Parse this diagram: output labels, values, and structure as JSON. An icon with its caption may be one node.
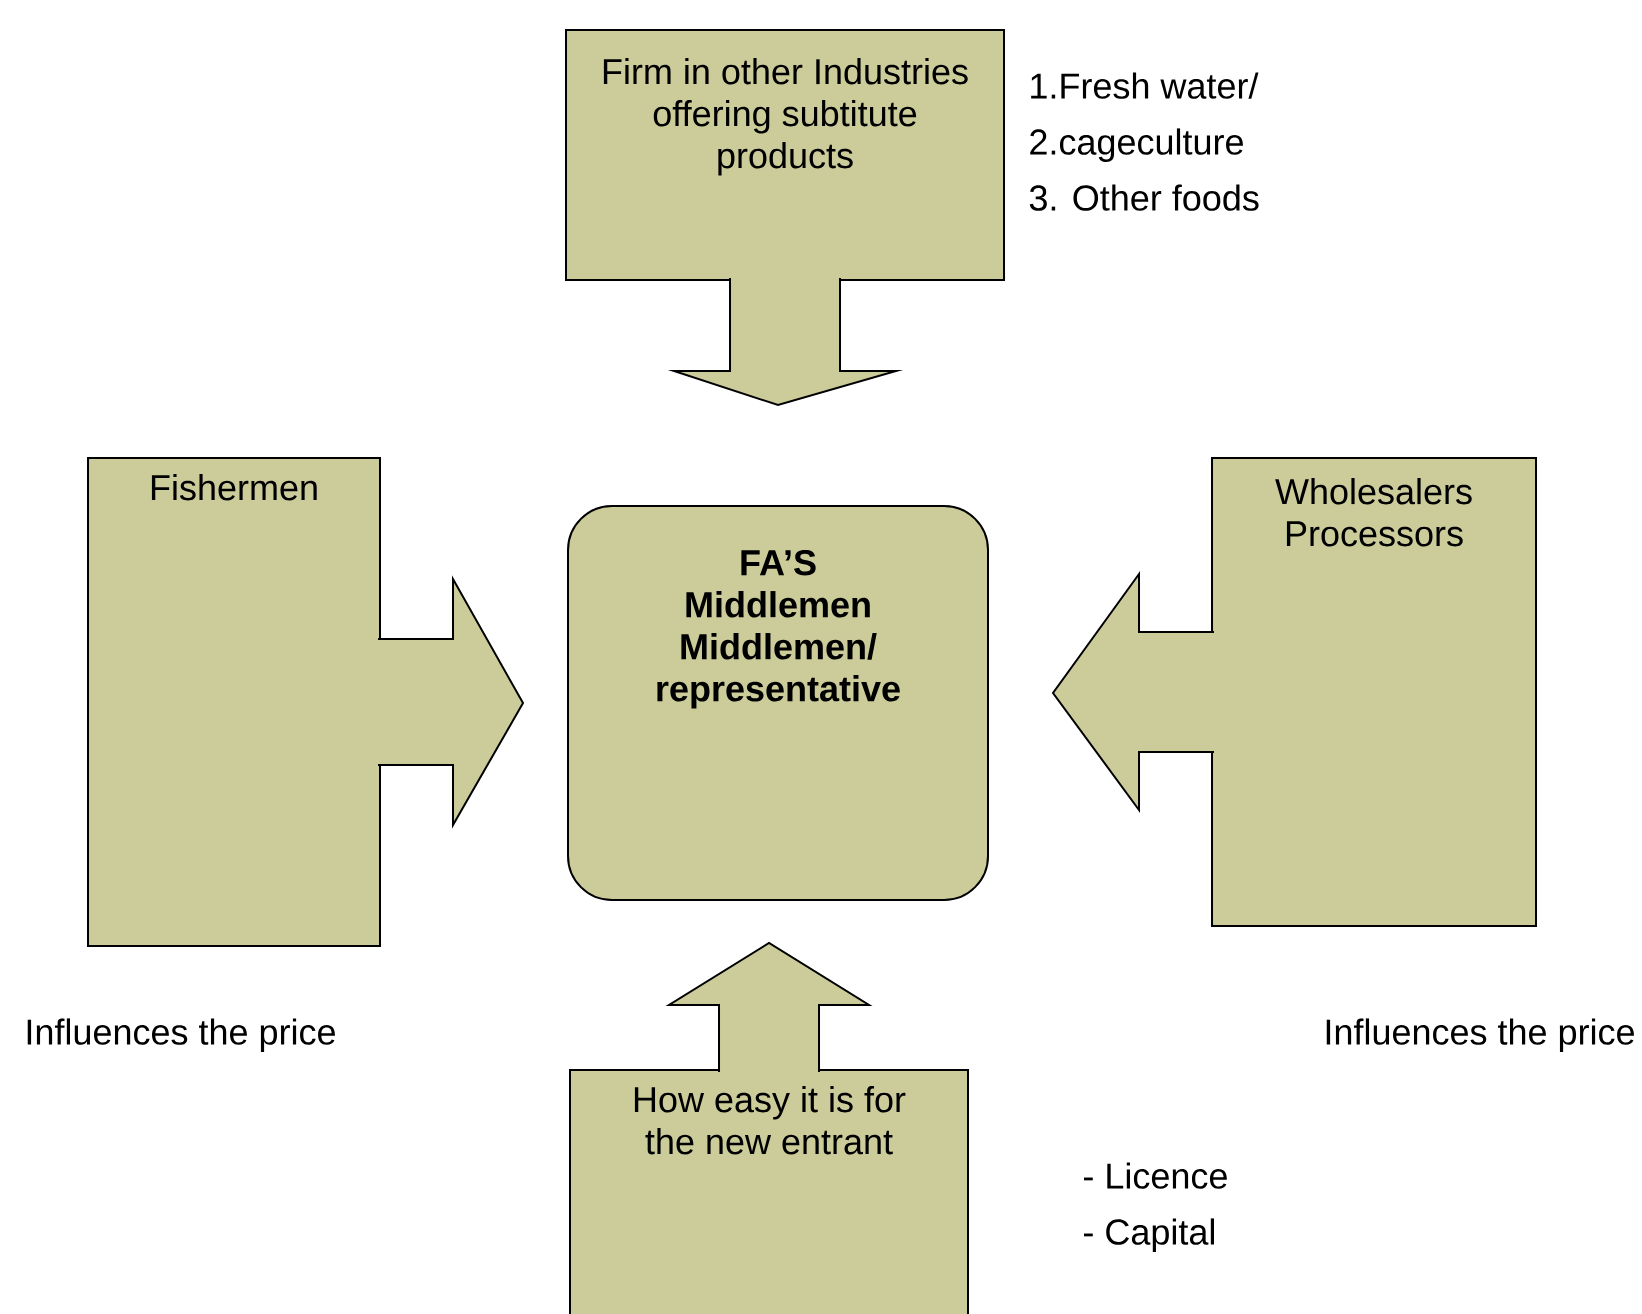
{
  "diagram": {
    "nodes": [
      {
        "text": [
          "Firm in other Industries offering subtitute products"
        ],
        "beside": [
          "1.Fresh water/",
          "2.cageculture",
          "3. Other foods"
        ]
      },
      {
        "text": [
          "FA’S",
          "Middlemen",
          "Middlemen/ representative"
        ]
      },
      {
        "text": [
          "Fishermen"
        ],
        "beside": [
          "Influences the price"
        ]
      },
      {
        "text": [
          "Wholesalers Processors"
        ],
        "beside": [
          "Influences the price"
        ]
      },
      {
        "text": [
          "How easy it is for the new entrant"
        ],
        "beside": [
          "- Licence",
          "- Capital"
        ]
      }
    ],
    "edges": [
      {
        "from": 0,
        "to": 1,
        "arrow": "to"
      },
      {
        "from": 2,
        "to": 1,
        "arrow": "to"
      },
      {
        "from": 3,
        "to": 1,
        "arrow": "to"
      },
      {
        "from": 4,
        "to": 1,
        "arrow": "to"
      }
    ]
  }
}
